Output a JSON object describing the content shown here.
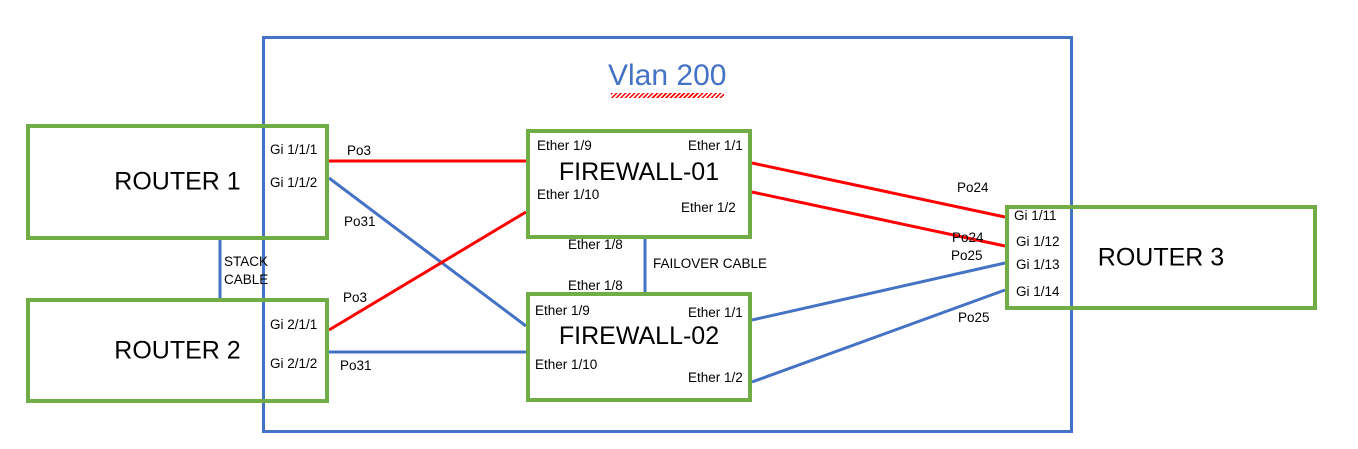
{
  "diagram": {
    "title": "Network topology with Vlan 200, routers and firewall pair",
    "colors": {
      "device_border": "#70AD47",
      "vlan_border": "#4472C4",
      "link_red": "#FF0000",
      "link_blue": "#4472C4",
      "text": "#000000",
      "vlan_text": "#4472C4",
      "spellcheck_underline": "#FF0000"
    }
  },
  "vlan": {
    "label": "Vlan 200"
  },
  "nodes": {
    "router1": {
      "name": "ROUTER 1",
      "ports": [
        {
          "label": "Gi 1/1/1"
        },
        {
          "label": "Gi 1/1/2"
        }
      ]
    },
    "router2": {
      "name": "ROUTER 2",
      "ports": [
        {
          "label": "Gi 2/1/1"
        },
        {
          "label": "Gi 2/1/2"
        }
      ]
    },
    "router3": {
      "name": "ROUTER 3",
      "ports": [
        {
          "label": "Gi 1/11"
        },
        {
          "label": "Gi 1/12"
        },
        {
          "label": "Gi 1/13"
        },
        {
          "label": "Gi 1/14"
        }
      ]
    },
    "firewall01": {
      "name": "FIREWALL-01",
      "ports": [
        {
          "label": "Ether 1/9"
        },
        {
          "label": "Ether 1/1"
        },
        {
          "label": "Ether 1/10"
        },
        {
          "label": "Ether 1/2"
        },
        {
          "label": "Ether 1/8"
        }
      ]
    },
    "firewall02": {
      "name": "FIREWALL-02",
      "ports": [
        {
          "label": "Ether 1/9"
        },
        {
          "label": "Ether 1/1"
        },
        {
          "label": "Ether 1/10"
        },
        {
          "label": "Ether 1/2"
        },
        {
          "label": "Ether 1/8"
        }
      ]
    }
  },
  "link_labels": {
    "r1_fw1_po3": "Po3",
    "r1_fw2_po31": "Po31",
    "r2_fw1_po3": "Po3",
    "r2_fw2_po31": "Po31",
    "fw1_r3_po24_upper": "Po24",
    "fw1_r3_po24_lower": "Po24",
    "fw2_r3_po25_upper": "Po25",
    "fw2_r3_po25_lower": "Po25",
    "failover": "FAILOVER CABLE",
    "stack_line1": "STACK",
    "stack_line2": "CABLE"
  }
}
